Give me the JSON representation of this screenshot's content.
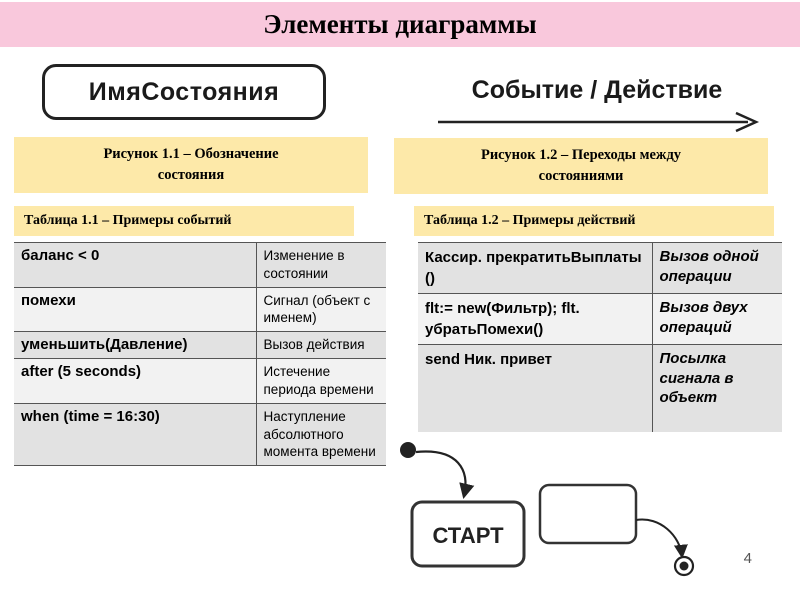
{
  "title": "Элементы диаграммы",
  "state_box": {
    "label": "ИмяСостояния"
  },
  "transition": {
    "label": "Событие / Действие"
  },
  "figure1": {
    "caption_line1": "Рисунок 1.1 – Обозначение",
    "caption_line2": "состояния"
  },
  "figure2": {
    "caption_line1": "Рисунок 1.2 – Переходы между",
    "caption_line2": "состояниями"
  },
  "table1": {
    "caption": "Таблица 1.1 – Примеры событий",
    "rows": [
      {
        "event": "баланс < 0",
        "description": "Изменение в состоянии"
      },
      {
        "event": "помехи",
        "description": "Сигнал (объект с именем)"
      },
      {
        "event": "уменьшить(Давление)",
        "description": "Вызов действия"
      },
      {
        "event": "after (5 seconds)",
        "description": "Истечение периода времени"
      },
      {
        "event": "when (time = 16:30)",
        "description": "Наступление абсолютного момента времени"
      }
    ]
  },
  "table2": {
    "caption": "Таблица 1.2 – Примеры действий",
    "rows": [
      {
        "action": "Кассир. прекратитьВыплаты ()",
        "description": "Вызов одной операции"
      },
      {
        "action": "flt:= new(Фильтр); flt. убратьПомехи()",
        "description": "Вызов двух операций"
      },
      {
        "action": "send Ник. привет",
        "description": "Посылка сигнала в объект"
      }
    ]
  },
  "diagram": {
    "start_label": "СТАРТ"
  },
  "page_number": "4",
  "colors": {
    "title_bg": "#f9c8dc",
    "caption_bg": "#fde9a9",
    "row_dark": "#e2e2e2",
    "row_light": "#f2f2f2"
  }
}
